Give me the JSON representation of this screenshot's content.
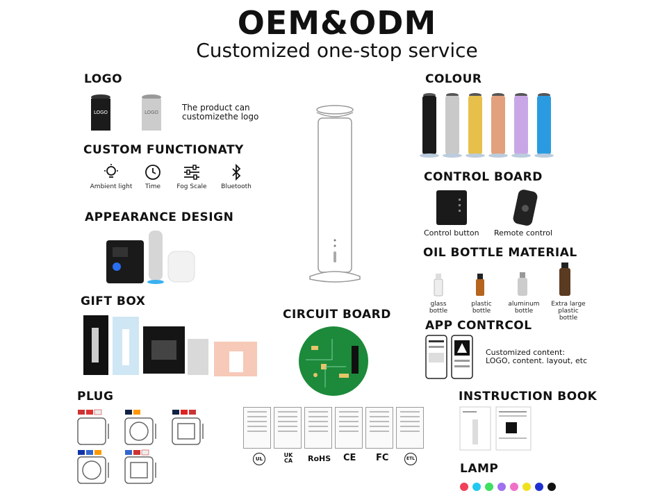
{
  "title": "OEM&ODM",
  "subtitle": "Customized one-stop service",
  "sections": {
    "logo": {
      "heading": "LOGO",
      "sample": "LOGO",
      "text_line1": "The product can",
      "text_line2": "customizethe logo"
    },
    "functionality": {
      "heading": "CUSTOM FUNCTIONATY",
      "items": [
        "Ambient light",
        "Time",
        "Fog Scale",
        "Bluetooth"
      ]
    },
    "appearance": {
      "heading": "APPEARANCE DESIGN"
    },
    "giftbox": {
      "heading": "GIFT BOX"
    },
    "plug": {
      "heading": "PLUG"
    },
    "colour": {
      "heading": "COLOUR",
      "colors": [
        "#1a1a1a",
        "#c9c9c9",
        "#e6c04a",
        "#e2a07c",
        "#c9a7e6",
        "#2a9be0"
      ]
    },
    "control": {
      "heading": "CONTROL BOARD",
      "items": [
        "Control button",
        "Remote control"
      ]
    },
    "oil": {
      "heading": "OIL BOTTLE MATERIAL",
      "items": [
        "glass bottle",
        "plastic bottle",
        "aluminum bottle",
        "Extra large plastic bottle"
      ]
    },
    "app": {
      "heading": "APP CONTRCOL",
      "text_line1": "Customized content:",
      "text_line2": "LOGO, content. layout, etc"
    },
    "circuit": {
      "heading": "CIRCUIT BOARD"
    },
    "certs": {
      "labels": [
        "UL",
        "UK CA",
        "RoHS",
        "CE",
        "FC",
        "ETL"
      ]
    },
    "instruction": {
      "heading": "INSTRUCTION BOOK"
    },
    "lamp": {
      "heading": "LAMP",
      "colors": [
        "#f0405a",
        "#22c8f0",
        "#3ee060",
        "#a070f0",
        "#f070c8",
        "#f0e020",
        "#2030d0",
        "#111111"
      ]
    }
  }
}
